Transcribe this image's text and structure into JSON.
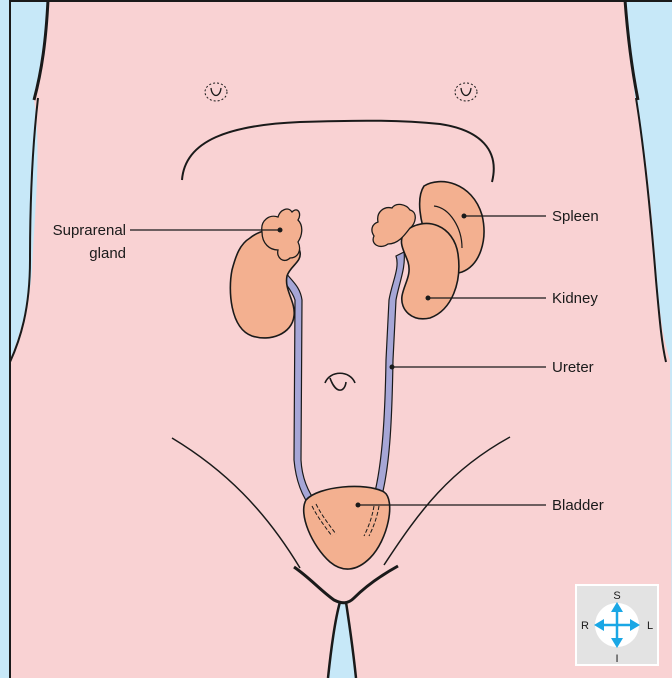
{
  "labels": {
    "suprarenal_line1": "Suprarenal",
    "suprarenal_line2": "gland",
    "spleen": "Spleen",
    "kidney": "Kidney",
    "ureter": "Ureter",
    "bladder": "Bladder"
  },
  "compass": {
    "superior": "S",
    "inferior": "I",
    "right": "R",
    "left": "L"
  },
  "colors": {
    "background": "#c7e8f8",
    "skin": "#f9d2d3",
    "organ": "#f3b090",
    "ureter": "#a6a6d6",
    "outline": "#1a1a1a",
    "compass_arrow": "#1aa7e5"
  }
}
